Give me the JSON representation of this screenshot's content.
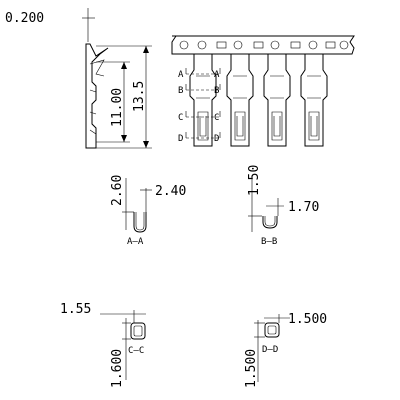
{
  "side_view": {
    "thickness": "0.200",
    "length_inner": "11.00",
    "length_total": "13.5"
  },
  "carrier_strip": {
    "section_marks_left": [
      "A",
      "B",
      "C",
      "D"
    ],
    "section_marks_right": [
      "A",
      "B",
      "C",
      "D"
    ]
  },
  "sections": [
    {
      "id": "AA",
      "dim_height": "2.60",
      "dim_width": "2.40",
      "label": "A—A"
    },
    {
      "id": "BB",
      "dim_height": "1.50",
      "dim_width": "1.70",
      "label": "B—B"
    },
    {
      "id": "CC",
      "dim_height": "1.600",
      "dim_width": "1.55",
      "label": "C—C"
    },
    {
      "id": "DD",
      "dim_height": "1.500",
      "dim_width": "1.500",
      "label": "D—D"
    }
  ]
}
